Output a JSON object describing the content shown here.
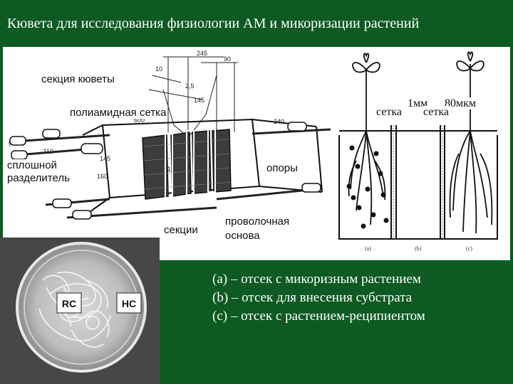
{
  "title": "Кювета для исследования физиологии АМ и микоризации растений",
  "labels": {
    "cuvette_section": "секция кюветы",
    "polyamide_mesh": "полиамидная сетка",
    "solid_divider": "сплошной\nразделитель",
    "supports": "опоры",
    "sections": "секции",
    "wire_base": "проволочная\nоснова",
    "mesh_1mm": "сетка",
    "mesh_80um": "сетка",
    "size_1mm": "1мм",
    "size_80um": "80мкм"
  },
  "photo": {
    "left_label": "RC",
    "right_label": "HC"
  },
  "legend": [
    {
      "key": "a",
      "text": "– отсек с микоризным растением"
    },
    {
      "key": "b",
      "text": "– отсек для внесения субстрата"
    },
    {
      "key": "c",
      "text": "– отсек с растением-реципиентом"
    }
  ],
  "colors": {
    "background": "#0d5a23",
    "panel": "#ffffff",
    "text_on_bg": "#ffffff"
  }
}
